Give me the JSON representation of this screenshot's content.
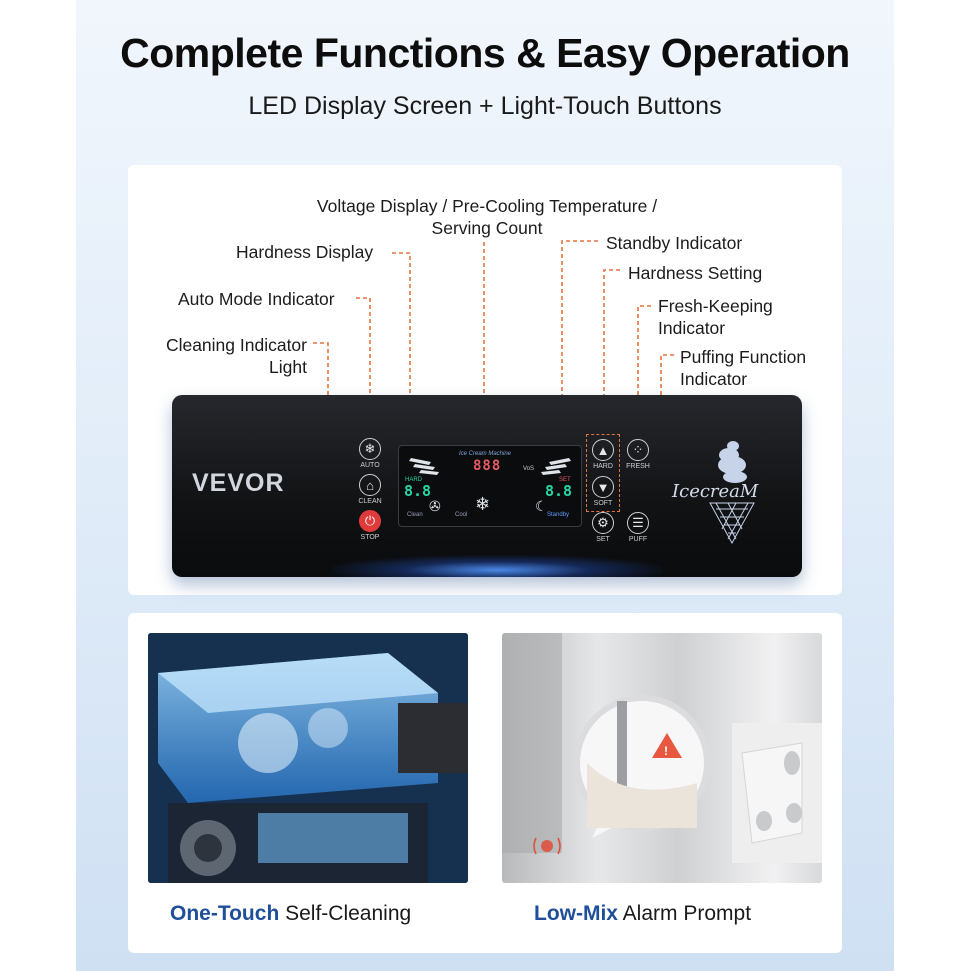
{
  "header": {
    "title": "Complete Functions & Easy Operation",
    "subtitle": "LED Display Screen + Light-Touch Buttons"
  },
  "callouts": {
    "voltage_display_line1": "Voltage Display / Pre-Cooling Temperature /",
    "voltage_display_line2": "Serving Count",
    "hardness_display": "Hardness Display",
    "auto_mode_indicator": "Auto Mode Indicator",
    "cleaning_indicator_line1": "Cleaning Indicator",
    "cleaning_indicator_line2": "Light",
    "standby_indicator": "Standby Indicator",
    "hardness_setting": "Hardness Setting",
    "fresh_keeping_line1": "Fresh-Keeping",
    "fresh_keeping_line2": "Indicator",
    "puffing_line1": "Puffing Function",
    "puffing_line2": "Indicator"
  },
  "panel": {
    "brand": "VEVOR",
    "buttons": {
      "auto": "AUTO",
      "clean": "CLEAN",
      "stop": "STOP",
      "hard": "HARD",
      "soft": "SOFT",
      "fresh": "FRESH",
      "set": "SET",
      "puff": "PUFF"
    },
    "screen": {
      "machine_label": "Ice Cream Machine",
      "center_digits": "888",
      "center_unit": "VoS",
      "hard_label": "HARD",
      "hard_digits": "8.8",
      "set_label": "SET",
      "set_digits": "8.8",
      "clean_label": "Clean",
      "cool_label": "Cool",
      "standby_label": "Standby"
    },
    "logo_text": "IcecreaM"
  },
  "features": [
    {
      "highlight": "One-Touch",
      "rest": " Self-Cleaning"
    },
    {
      "highlight": "Low-Mix",
      "rest": " Alarm Prompt"
    }
  ],
  "colors": {
    "accent_orange": "#e2743f",
    "highlight_blue": "#1f4f9a",
    "stop_red": "#e03b3b",
    "display_red": "#e65b64",
    "display_green": "#27d7a5"
  }
}
